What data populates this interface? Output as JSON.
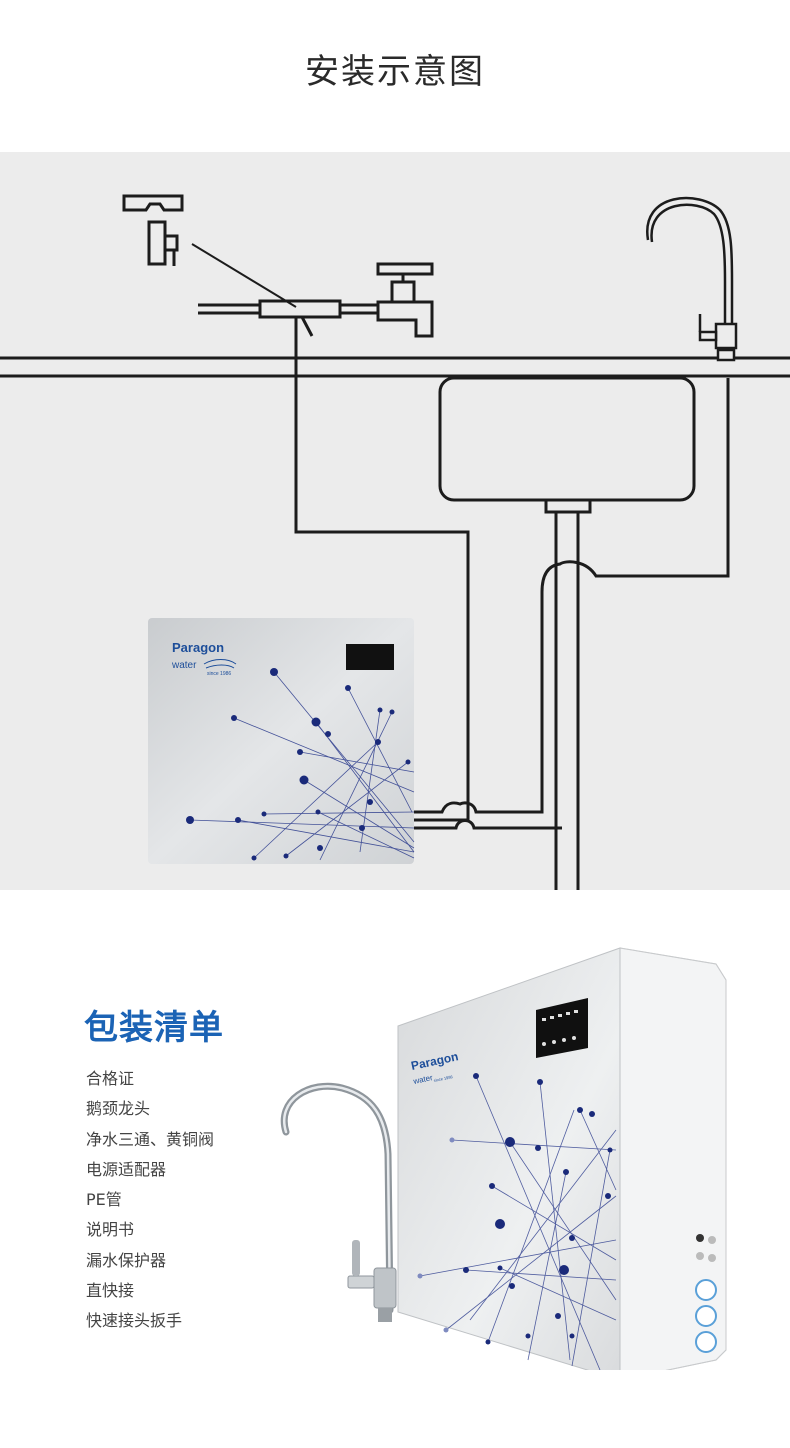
{
  "install": {
    "title": "安装示意图"
  },
  "unit_face": {
    "brand": "Paragon",
    "brand_sub": "water",
    "since": "since 1986"
  },
  "packing": {
    "title": "包装清单",
    "items": [
      "合格证",
      "鹅颈龙头",
      "净水三通、黄铜阀",
      "电源适配器",
      "PE管",
      "说明书",
      "漏水保护器",
      "直快接",
      "快速接头扳手"
    ]
  },
  "colors": {
    "title_blue": "#1b63b5",
    "line_dark": "#1c1c1c",
    "panel_bg": "#ececec",
    "dot_navy": "#1a2a7a"
  }
}
